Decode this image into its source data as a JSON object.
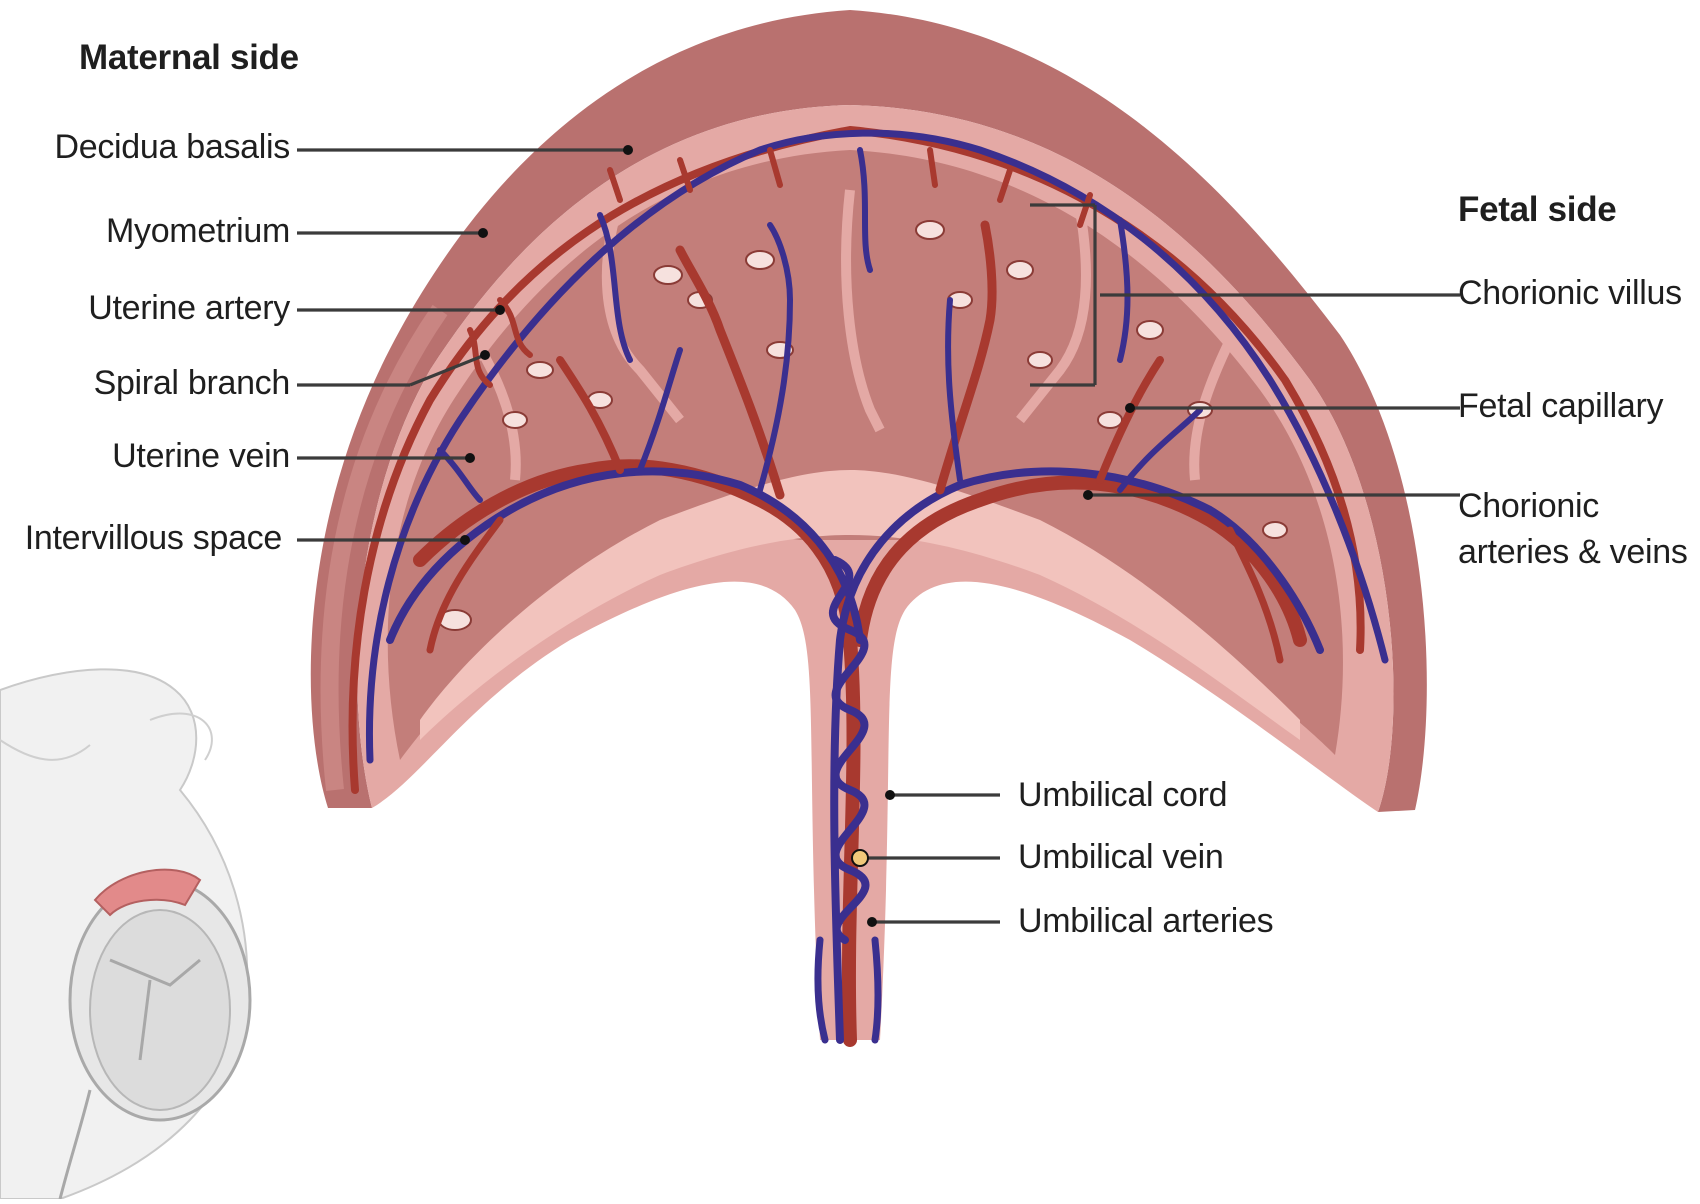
{
  "diagram": {
    "maternal_side_title": "Maternal side",
    "fetal_side_title": "Fetal side",
    "maternal_labels": [
      "Decidua basalis",
      "Myometrium",
      "Uterine artery",
      "Spiral branch",
      "Uterine vein",
      "Intervillous space"
    ],
    "fetal_labels": [
      "Chorionic villus",
      "Fetal capillary",
      "Chorionic",
      "arteries & veins"
    ],
    "cord_labels": [
      "Umbilical cord",
      "Umbilical vein",
      "Umbilical arteries"
    ],
    "colors": {
      "myometrium": "#b9716f",
      "decidua": "#e2a7a4",
      "intervillous": "#c37e7a",
      "chorionic_plate": "#f2c3bd",
      "artery": "#a8392f",
      "vein": "#3a2f8f"
    }
  }
}
